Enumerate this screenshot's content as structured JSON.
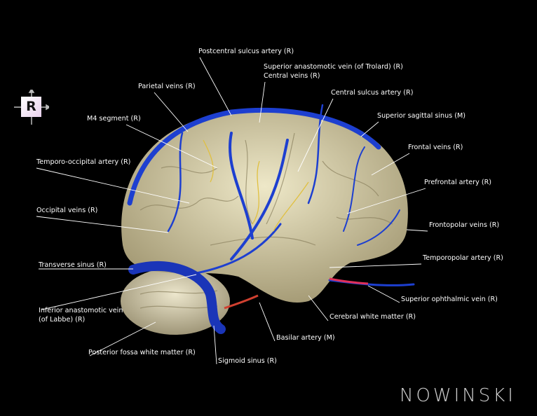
{
  "orientation_marker": "R",
  "logo_text": "NOWINSKI",
  "labels": {
    "postcentral_sulcus_artery": "Postcentral sulcus artery (R)",
    "superior_anastomotic_vein": "Superior anastomotic vein (of Trolard) (R)",
    "central_veins": "Central veins (R)",
    "parietal_veins": "Parietal veins (R)",
    "central_sulcus_artery": "Central sulcus artery (R)",
    "m4_segment": "M4 segment (R)",
    "superior_sagittal_sinus": "Superior sagittal sinus (M)",
    "frontal_veins": "Frontal veins (R)",
    "temporo_occipital_artery": "Temporo-occipital artery (R)",
    "prefrontal_artery": "Prefrontal artery (R)",
    "occipital_veins": "Occipital veins (R)",
    "frontopolar_veins": "Frontopolar veins (R)",
    "transverse_sinus": "Transverse sinus (R)",
    "temporopolar_artery": "Temporopolar artery (R)",
    "superior_ophthalmic_vein": "Superior ophthalmic vein (R)",
    "inferior_anastomotic_vein_1": "Inferior anastomotic vein",
    "inferior_anastomotic_vein_2": "(of Labbe) (R)",
    "cerebral_white_matter": "Cerebral white matter (R)",
    "basilar_artery": "Basilar artery (M)",
    "posterior_fossa_white_matter": "Posterior fossa white matter (R)",
    "sigmoid_sinus": "Sigmoid sinus (R)"
  },
  "colors": {
    "brain": "#d9d2b0",
    "vein": "#1d3fd0",
    "artery": "#e0c040",
    "sinus": "#1a35b8"
  }
}
